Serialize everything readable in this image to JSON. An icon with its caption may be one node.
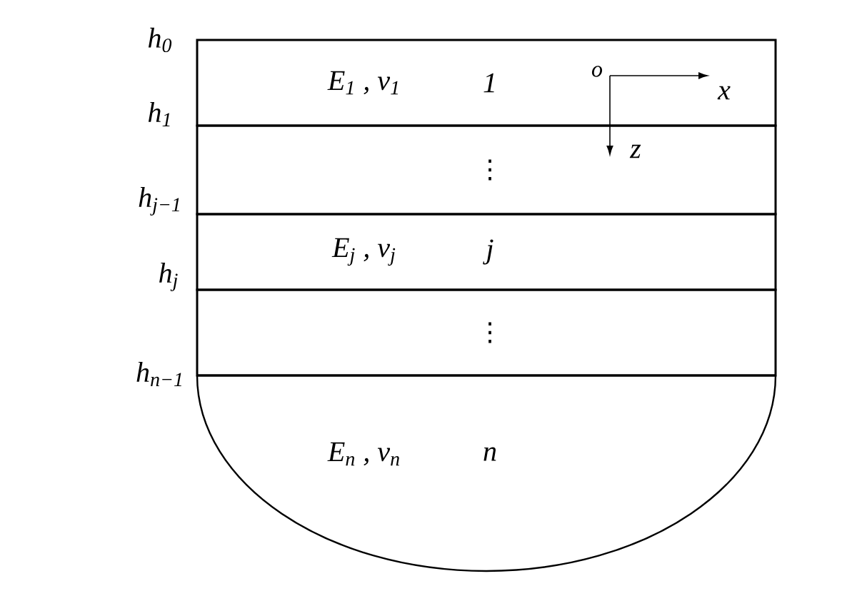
{
  "diagram": {
    "nodes": [
      {
        "text": [
          "E$_{1}$ , v$_{1}$",
          "1"
        ]
      },
      {
        "text": [
          "⋮"
        ]
      },
      {
        "text": [
          "E$_{j}$ , v$_{j}$",
          "j"
        ]
      },
      {
        "text": [
          "⋮"
        ]
      },
      {
        "text": [
          "E$_{n}$ , v$_{n}$",
          "n"
        ]
      }
    ],
    "labels": [
      "h$_{0}$",
      "h$_{1}$",
      "h$_{j−1}$",
      "h$_{j}$",
      "h$_{n−1}$",
      "o",
      "x",
      "z"
    ]
  }
}
